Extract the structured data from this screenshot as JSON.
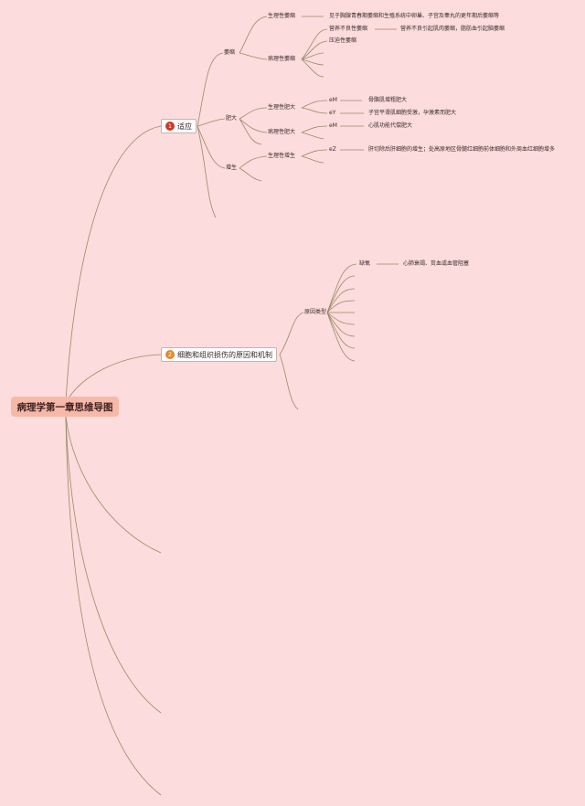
{
  "root": {
    "title": "病理学第一章思维导图"
  },
  "branches": [
    {
      "number": "1",
      "label": "适应",
      "children": [
        {
          "label": "萎缩",
          "children": [
            {
              "label": "生理性萎缩",
              "detail": "见于胸腺青春期萎缩和生殖系统中卵巢、子宫及睾丸的更年期后萎缩等"
            },
            {
              "label": "病理性萎缩",
              "items": [
                {
                  "label": "营养不良性萎缩",
                  "detail": "营养不良引起肌肉萎缩，脂肪血引起脑萎缩"
                },
                {
                  "label": "压迫性萎缩"
                }
              ]
            }
          ]
        },
        {
          "label": "肥大",
          "children": [
            {
              "label": "生理性肥大",
              "items": [
                {
                  "label": "eM",
                  "detail": "骨骼肌增粗肥大"
                },
                {
                  "label": "eY",
                  "detail": "子宫平滑肌细胞受激，孕激素而肥大"
                }
              ]
            },
            {
              "label": "病理性肥大",
              "items": [
                {
                  "label": "eM",
                  "detail": "心肌功能代偿肥大"
                }
              ]
            }
          ]
        },
        {
          "label": "增生",
          "children": [
            {
              "label": "生理性增生",
              "items": [
                {
                  "label": "eZ",
                  "detail": "肝切除后肝细胞的增生；处高原地区骨髓红细胞前体细胞和外周血红细胞增多"
                }
              ]
            }
          ]
        }
      ]
    },
    {
      "number": "2",
      "label": "细胞和组织损伤的原因和机制",
      "children": [
        {
          "label": "原因类型",
          "items": [
            {
              "label": "缺氧",
              "detail": "心肺衰竭、贫血或血管阻塞"
            }
          ]
        }
      ]
    }
  ]
}
